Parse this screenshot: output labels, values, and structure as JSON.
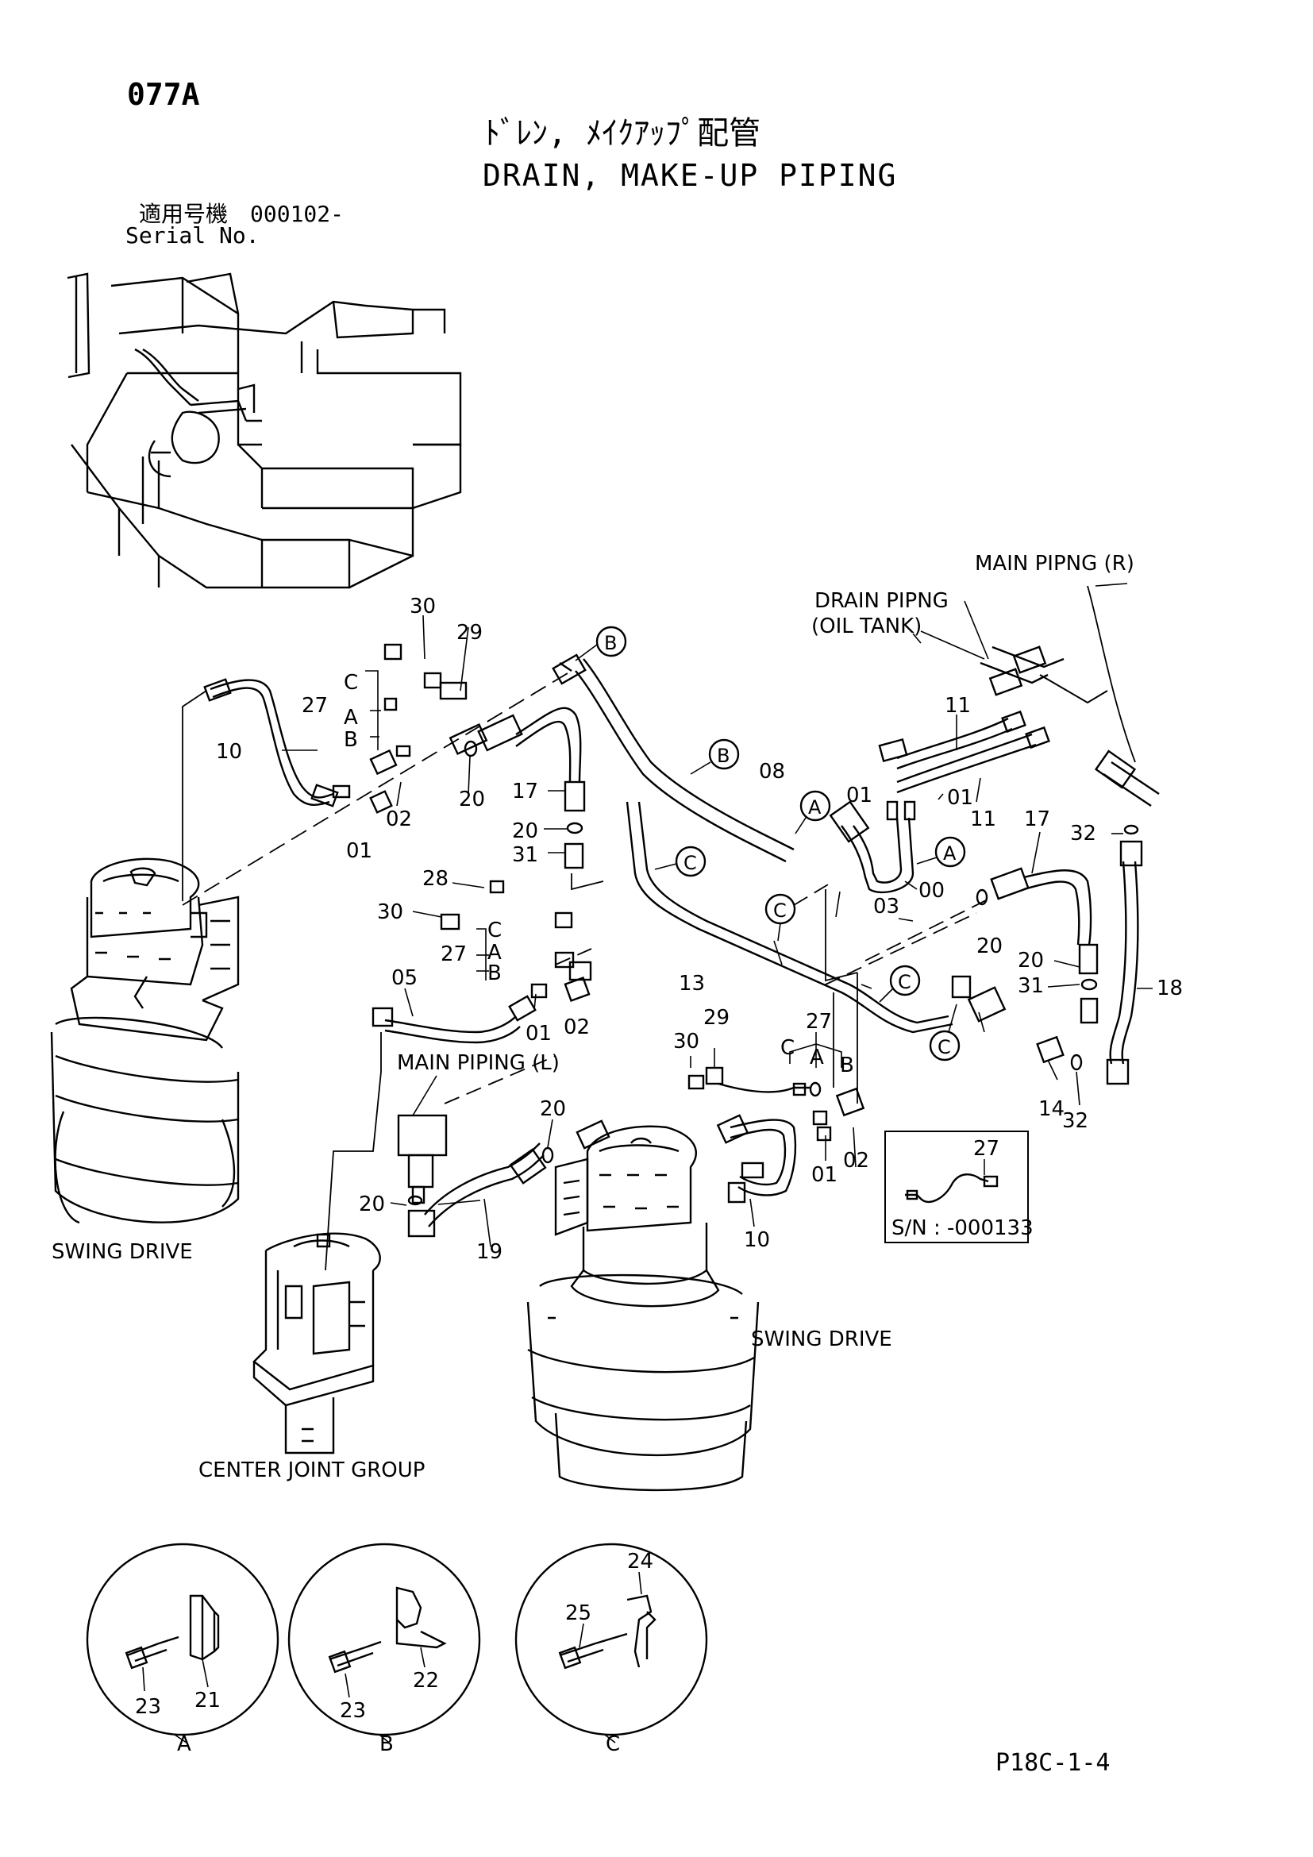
{
  "header": {
    "page_code": "077A",
    "title_jp": "ﾄﾞﾚﾝ, ﾒｲｸｱｯﾌﾟ配管",
    "title_en": "DRAIN, MAKE-UP PIPING",
    "serial_value": "適用号機　000102-",
    "serial_label": "Serial No."
  },
  "labels": {
    "main_pipng_r": "MAIN PIPNG (R)",
    "drain_pipng": "DRAIN PIPNG",
    "oil_tank": "(OIL TANK)",
    "main_piping_l": "MAIN PIPING (L)",
    "swing_drive_left": "SWING DRIVE",
    "swing_drive_right": "SWING DRIVE",
    "center_joint_group": "CENTER JOINT GROUP",
    "inset_serial": "S/N : -000133"
  },
  "callouts": {
    "b1": "B",
    "b2": "B",
    "a1": "A",
    "a2": "A",
    "c1": "C",
    "c2": "C",
    "c3": "C",
    "c4": "C"
  },
  "parts": {
    "p30a": "30",
    "p29a": "29",
    "p27a": "27",
    "p27a_c": "C",
    "p27a_a": "A",
    "p27a_b": "B",
    "p10a": "10",
    "p20a": "20",
    "p02a": "02",
    "p01a": "01",
    "p17a": "17",
    "p20b": "20",
    "p31a": "31",
    "p08": "08",
    "p11a": "11",
    "p11b": "11",
    "p01b": "01",
    "p01c": "01",
    "p00": "00",
    "p17b": "17",
    "p32a": "32",
    "p28": "28",
    "p30b": "30",
    "p27b": "27",
    "p27b_c": "C",
    "p27b_a": "A",
    "p27b_b": "B",
    "p03": "03",
    "p20c": "20",
    "p20d": "20",
    "p31b": "31",
    "p18": "18",
    "p13": "13",
    "p05": "05",
    "p01d": "01",
    "p02b": "02",
    "p30c": "30",
    "p29b": "29",
    "p27c": "27",
    "p27c_c": "C",
    "p27c_a": "A",
    "p27c_b": "B",
    "p14": "14",
    "p32b": "32",
    "p20e": "20",
    "p20f": "20",
    "p19": "19",
    "p10b": "10",
    "p01e": "01",
    "p02c": "02",
    "p27d": "27",
    "p23a": "23",
    "p21": "21",
    "p23b": "23",
    "p22": "22",
    "p24": "24",
    "p25": "25"
  },
  "details": {
    "a": "A",
    "b": "B",
    "c": "C"
  },
  "footer": {
    "page_ref": "P18C-1-4"
  }
}
